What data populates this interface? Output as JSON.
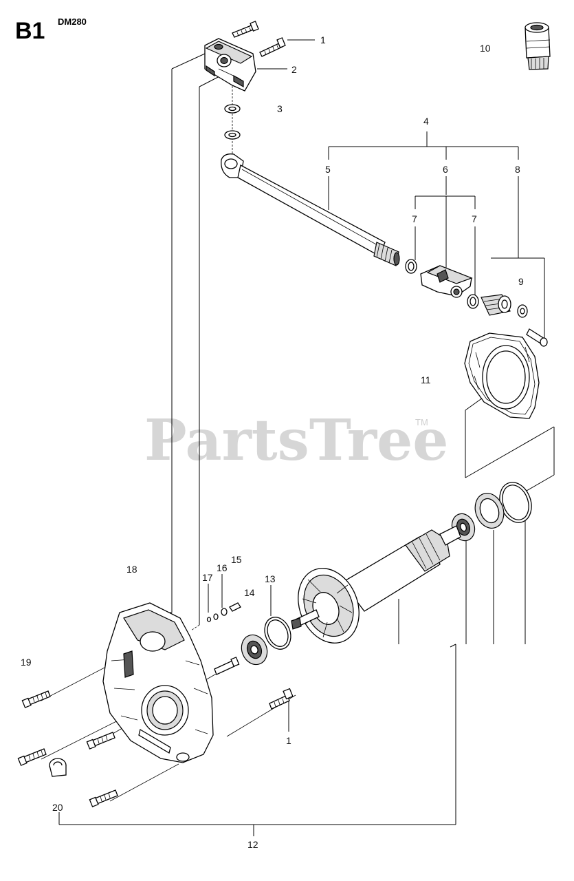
{
  "header": {
    "section": "B1",
    "model": "DM280"
  },
  "watermark": {
    "text": "PartsTree",
    "trademark": "TM"
  },
  "callouts": {
    "c1_top": "1",
    "c2": "2",
    "c3": "3",
    "c4": "4",
    "c5": "5",
    "c6": "6",
    "c7_left": "7",
    "c7_right": "7",
    "c8": "8",
    "c9": "9",
    "c10": "10",
    "c11": "11",
    "c12": "12",
    "c13": "13",
    "c14": "14",
    "c15": "15",
    "c16": "16",
    "c17": "17",
    "c18": "18",
    "c19": "19",
    "c1_bottom": "1",
    "c20": "20"
  }
}
